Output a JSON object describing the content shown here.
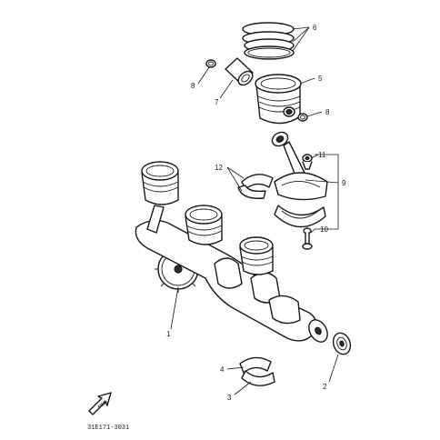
{
  "callouts": {
    "c1": "1",
    "c2": "2",
    "c3": "3",
    "c4": "4",
    "c5": "5",
    "c6": "6",
    "c7": "7",
    "c8a": "8",
    "c8b": "8",
    "c9": "9",
    "c10": "10",
    "c11": "11",
    "c12": "12"
  },
  "fwd_label": "FWD",
  "diagram_code": "31E171-3031"
}
